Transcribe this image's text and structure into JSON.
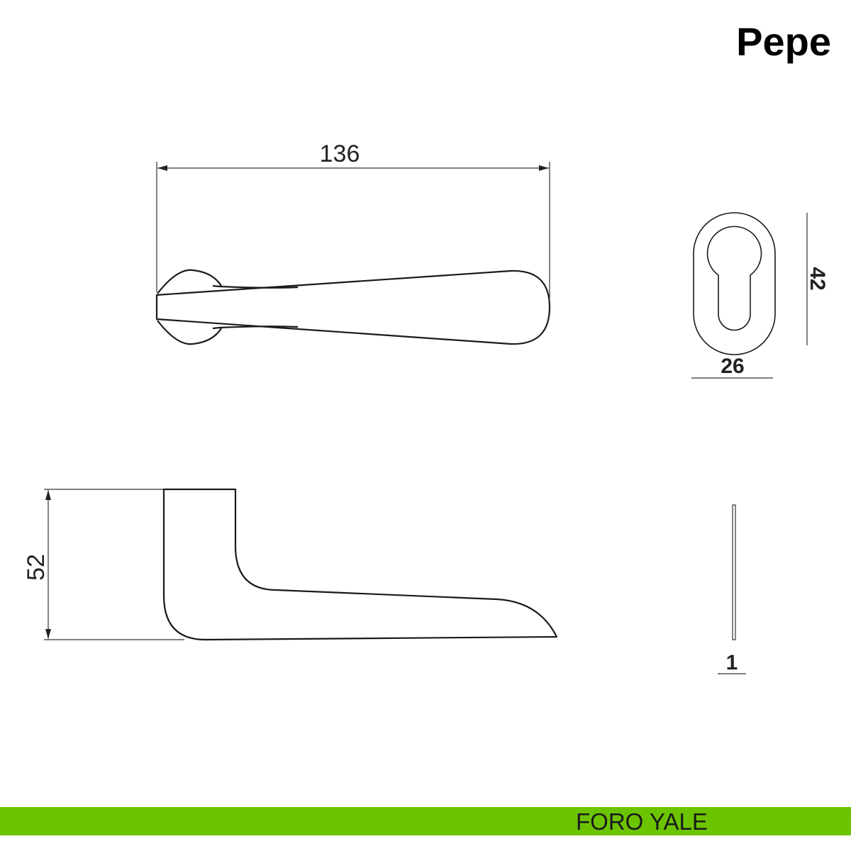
{
  "title": "Pepe",
  "dimensions": {
    "length": "136",
    "height": "52",
    "rose_height": "42",
    "rose_width": "26",
    "thickness": "1"
  },
  "footer": {
    "label": "FORO YALE"
  },
  "colors": {
    "accent": "#6cc400",
    "line": "#1a1a1a"
  }
}
